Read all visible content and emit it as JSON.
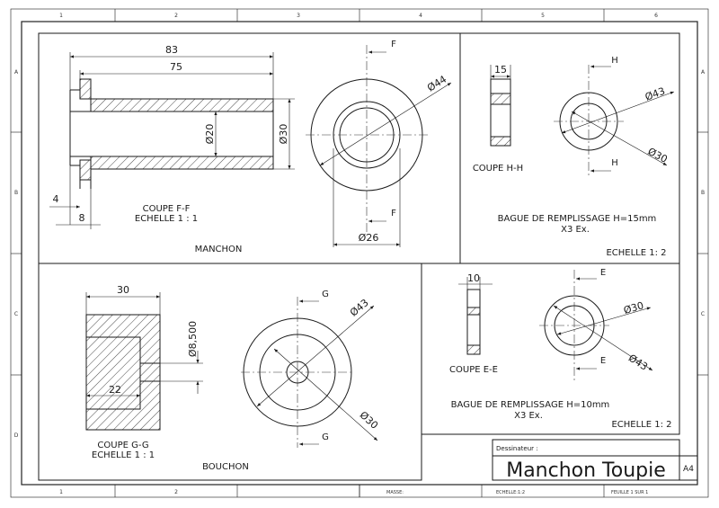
{
  "title_block": {
    "designer_label": "Dessinateur :",
    "title": "Manchon Toupie",
    "format": "A4",
    "scale_note": "ECHELLE:1:2",
    "sheet_note": "FEUILLE 1 SUR 1",
    "mass_label": "MASSE:"
  },
  "grid": {
    "columns": [
      "1",
      "2",
      "3",
      "4",
      "5",
      "6"
    ],
    "rows": [
      "A",
      "B",
      "C",
      "D"
    ]
  },
  "manchon": {
    "section_label": "COUPE F-F",
    "scale_label": "ECHELLE 1 : 1",
    "part_name": "MANCHON",
    "dims": {
      "overall_length": "83",
      "body_length": "75",
      "bore_dia": "Ø20",
      "outer_dia": "Ø30",
      "flange_thickness": "4",
      "flange_offset": "8",
      "flange_dia": "Ø44",
      "side_bore_dia": "Ø26"
    },
    "cut_label_top": "F",
    "cut_label_bottom": "F"
  },
  "bague_h": {
    "section_label": "COUPE H-H",
    "desc": "BAGUE DE REMPLISSAGE H=15mm",
    "qty": "X3 Ex.",
    "scale_label": "ECHELLE 1: 2",
    "dims": {
      "width": "15",
      "outer_dia": "Ø43",
      "inner_dia": "Ø30"
    },
    "cut_label_top": "H",
    "cut_label_bottom": "H"
  },
  "bouchon": {
    "section_label": "COUPE G-G",
    "scale_label": "ECHELLE 1 : 1",
    "part_name": "BOUCHON",
    "dims": {
      "length": "30",
      "inner_depth": "22",
      "hole_dia": "Ø8,500",
      "outer_dia": "Ø43",
      "inner_dia": "Ø30"
    },
    "cut_label_top": "G",
    "cut_label_bottom": "G"
  },
  "bague_e": {
    "section_label": "COUPE E-E",
    "desc": "BAGUE DE REMPLISSAGE H=10mm",
    "qty": "X3 Ex.",
    "scale_label": "ECHELLE 1: 2",
    "dims": {
      "width": "10",
      "inner_dia": "Ø30",
      "outer_dia": "Ø43"
    },
    "cut_label_top": "E",
    "cut_label_bottom": "E"
  }
}
